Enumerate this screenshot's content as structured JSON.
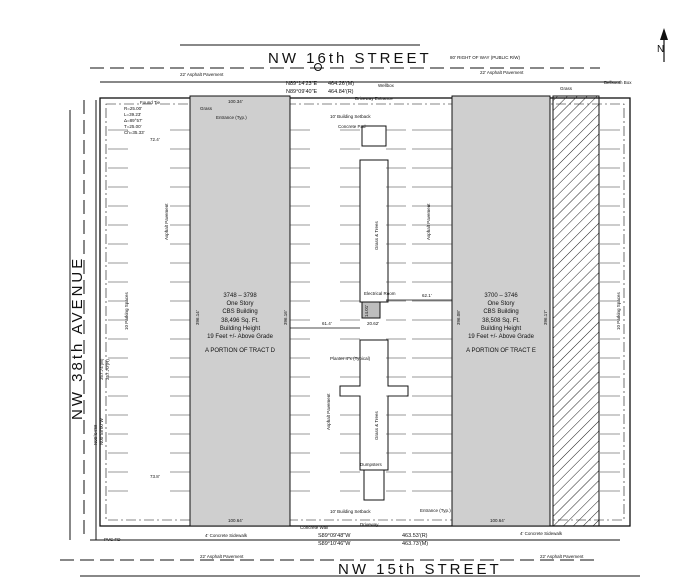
{
  "streets": {
    "north": "NW 16th STREET",
    "south": "NW 15th STREET",
    "west": "NW 38th AVENUE"
  },
  "north_arrow": "N",
  "bearings": {
    "north_measured": "N89°14'23\"E",
    "north_record": "N89°09'40\"E",
    "north_dist_m": "464.26'(M)",
    "north_dist_r": "464.84'(R)",
    "south_measured": "S89°09'48\"W",
    "south_record": "S89°10'46\"W",
    "south_dist_r": "463.53'(R)",
    "south_dist_m": "463.73'(M)",
    "west_dist_m": "357.74'(M)",
    "west_dist_r": "357.70'(R)",
    "west_bearing_1": "N00°04'W",
    "west_bearing_2": "N00°58'00\"W"
  },
  "curve_data": [
    "R=25.00'",
    "L=39.23'",
    "Δ=89°57'",
    "T=25.00'",
    "Ch=35.33'"
  ],
  "building_west": {
    "address": "3748 – 3798",
    "stories": "One Story",
    "type": "CBS Building",
    "area": "38,496 Sq. Ft.",
    "height_label": "Building Height",
    "height": "19 Feet +/- Above Grade",
    "tract": "A PORTION OF TRACT D",
    "dim_left": "396.14'",
    "dim_right": "396.16'",
    "dim_bottom": "100.64'",
    "dim_top": "100.34'"
  },
  "building_east": {
    "address": "3700 – 3746",
    "stories": "One Story",
    "type": "CBS Building",
    "area": "38,508 Sq. Ft.",
    "height_label": "Building Height",
    "height": "19 Feet +/- Above Grade",
    "tract": "A PORTION OF TRACT E",
    "dim_left": "396.08'",
    "dim_right": "396.17'",
    "dim_bottom": "100.64'"
  },
  "labels": {
    "setback_top": "10' Building Setback",
    "setback_bottom": "10' Building Setback",
    "concrete_pad": "Concrete Pad",
    "electrical_room": "Electrical Room",
    "planter": "Planter 4\"x (Typical)",
    "dumpsters": "Dumpsters",
    "grass_trees": "Grass & Trees",
    "driveway": "Driveway",
    "driveway_entrance": "Driveway Entrance",
    "entrance": "Entrance (Typ.)",
    "asphalt": "Asphalt Pavement",
    "asphalt_22": "22' Asphalt Pavement",
    "sidewalk": "4' Concrete Sidewalk",
    "grass": "Grass",
    "wellbox": "Wellbox",
    "bellsouth": "Bellsouth Box",
    "row": "80' RIGHT OF WAY (PUBLIC R/W)",
    "concrete_wall": "Concrete Wall",
    "found_tie": "Found Tie",
    "pvc": "PVC FD",
    "dist_61": "61.4'",
    "dist_62": "62.1'",
    "dist_72": "72.4'",
    "dist_73": "73.8'",
    "elec_w": "20.62'",
    "elec_h": "14.01'",
    "parking": "10 Parking Spaces"
  }
}
